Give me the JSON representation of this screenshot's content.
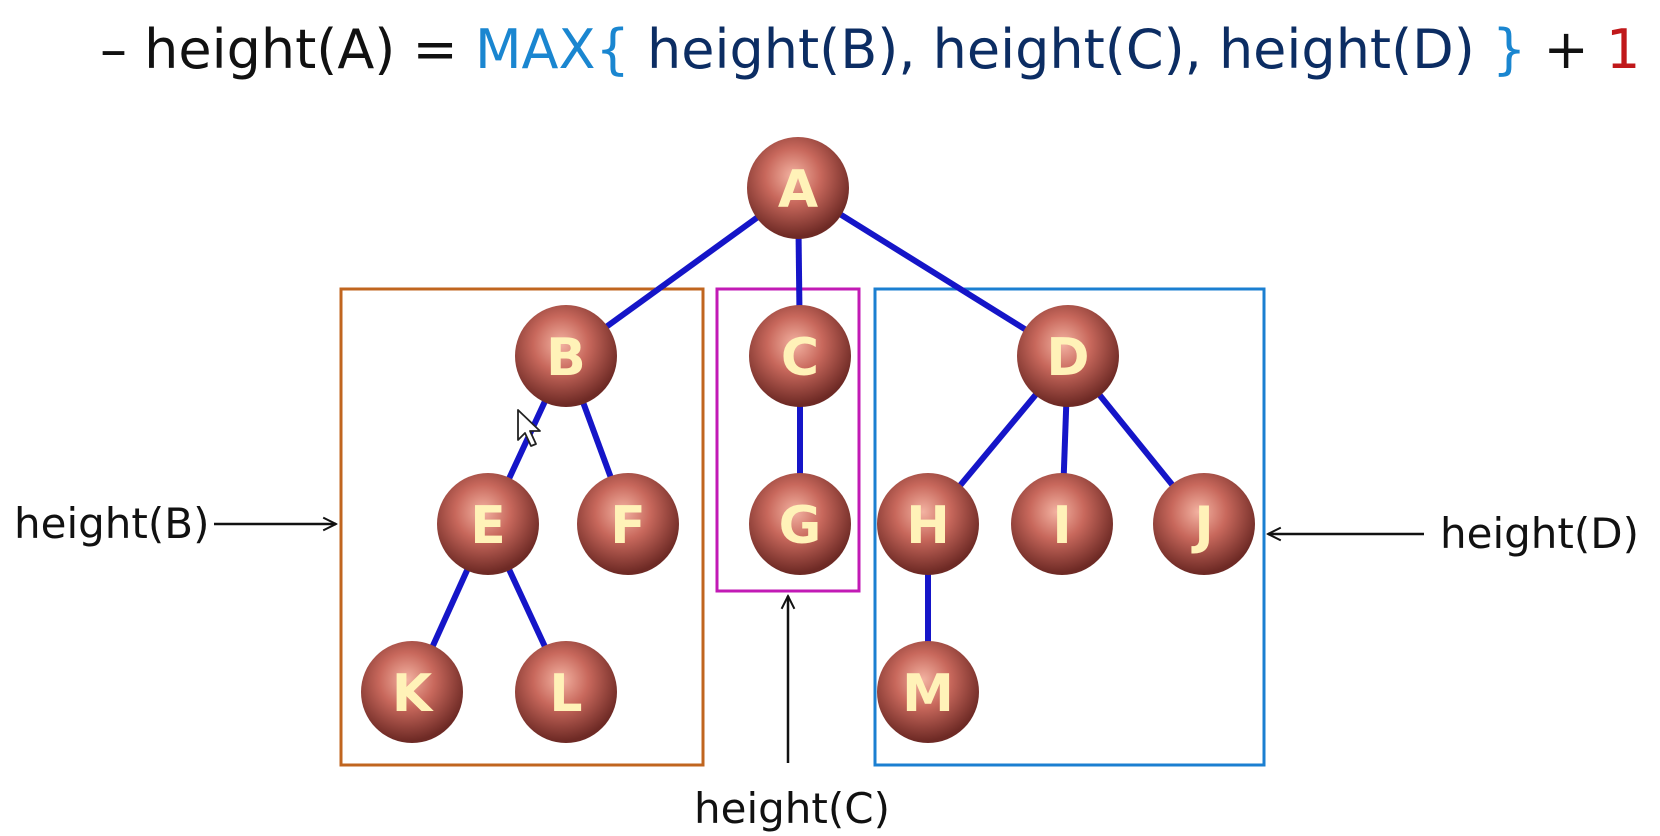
{
  "formula": {
    "dash": "–",
    "lhs": "height(A) =",
    "max_open": "MAX{",
    "args": "height(B), height(C), height(D)",
    "max_close": "}",
    "plus": "+",
    "one": "1"
  },
  "colors": {
    "edge": "#1515c8",
    "node_fill": "#b8524a",
    "node_text": "#fff2b8",
    "box_b": "#c0651f",
    "box_c": "#c21ab5",
    "box_d": "#1b7fd1"
  },
  "nodes": [
    {
      "id": "A",
      "label": "A"
    },
    {
      "id": "B",
      "label": "B"
    },
    {
      "id": "C",
      "label": "C"
    },
    {
      "id": "D",
      "label": "D"
    },
    {
      "id": "E",
      "label": "E"
    },
    {
      "id": "F",
      "label": "F"
    },
    {
      "id": "G",
      "label": "G"
    },
    {
      "id": "H",
      "label": "H"
    },
    {
      "id": "I",
      "label": "I"
    },
    {
      "id": "J",
      "label": "J"
    },
    {
      "id": "K",
      "label": "K"
    },
    {
      "id": "L",
      "label": "L"
    },
    {
      "id": "M",
      "label": "M"
    }
  ],
  "edges": [
    [
      "A",
      "B"
    ],
    [
      "A",
      "C"
    ],
    [
      "A",
      "D"
    ],
    [
      "B",
      "E"
    ],
    [
      "B",
      "F"
    ],
    [
      "C",
      "G"
    ],
    [
      "D",
      "H"
    ],
    [
      "D",
      "I"
    ],
    [
      "D",
      "J"
    ],
    [
      "E",
      "K"
    ],
    [
      "E",
      "L"
    ],
    [
      "H",
      "M"
    ]
  ],
  "labels": {
    "height_b": "height(B)",
    "height_c": "height(C)",
    "height_d": "height(D)"
  }
}
